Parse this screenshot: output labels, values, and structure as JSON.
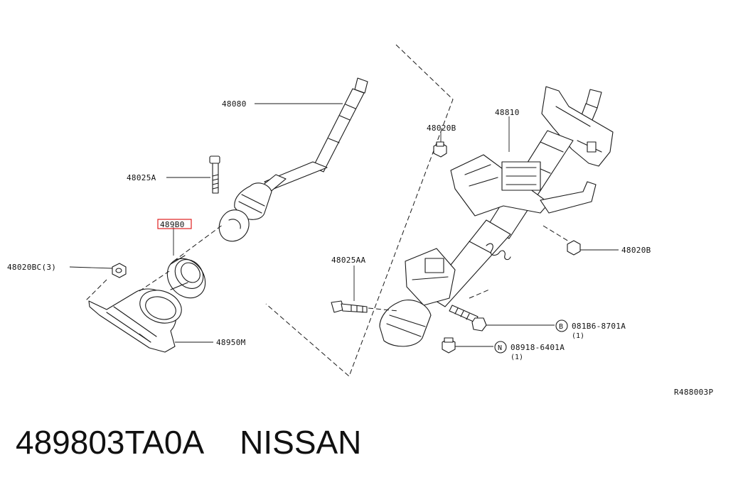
{
  "diagram": {
    "callouts": {
      "shaft_lower": "48080",
      "bolt_a": "48025A",
      "highlighted_part": "489B0",
      "nut_left": "48020BC(3)",
      "boot": "48950M",
      "column_assembly": "48810",
      "nut_top": "48020B",
      "nut_right": "48020B",
      "bolt_aa": "48025AA",
      "bolt_b_code": "B",
      "bolt_b_part": "081B6-8701A",
      "bolt_b_qty": "(1)",
      "nut_n_code": "N",
      "nut_n_part": "08918-6401A",
      "nut_n_qty": "(1)"
    },
    "reference_code": "R488003P",
    "highlight_color": "#e02020"
  },
  "footer": {
    "part_number": "489803TA0A",
    "brand": "NISSAN"
  }
}
